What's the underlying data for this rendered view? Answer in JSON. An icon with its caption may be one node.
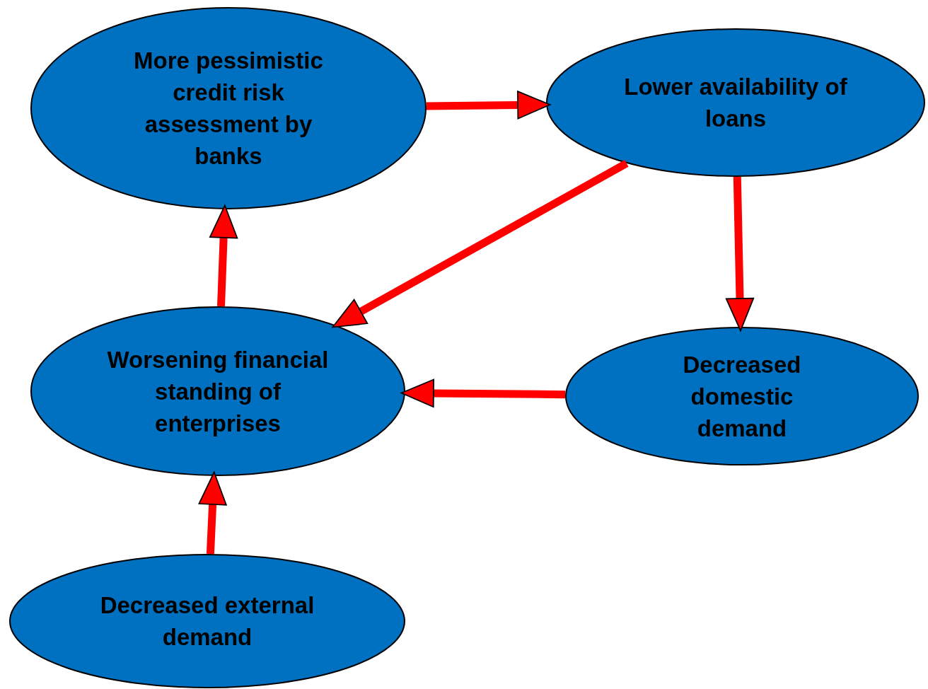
{
  "diagram": {
    "nodes": [
      {
        "text": [
          "More pessimistic credit risk assessment by banks"
        ]
      },
      {
        "text": [
          "Lower availability of loans"
        ]
      },
      {
        "text": [
          "Worsening financial standing of enterprises"
        ]
      },
      {
        "text": [
          "Decreased domestic demand"
        ]
      },
      {
        "text": [
          "Decreased external demand"
        ]
      }
    ],
    "edges": [
      {
        "from": 0,
        "to": 1,
        "arrow": "to"
      },
      {
        "from": 1,
        "to": 2,
        "arrow": "to"
      },
      {
        "from": 1,
        "to": 3,
        "arrow": "to"
      },
      {
        "from": 3,
        "to": 2,
        "arrow": "to"
      },
      {
        "from": 2,
        "to": 0,
        "arrow": "to"
      },
      {
        "from": 4,
        "to": 2,
        "arrow": "to"
      }
    ]
  }
}
